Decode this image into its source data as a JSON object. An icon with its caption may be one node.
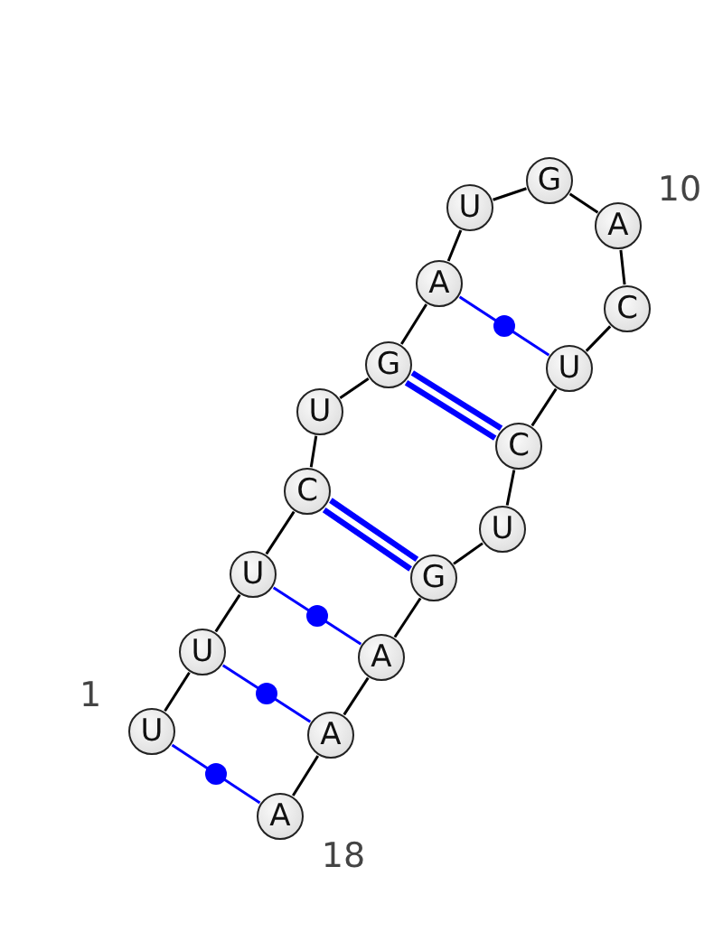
{
  "diagram": {
    "nodes": [
      {
        "text": [
          "U"
        ],
        "beside": [
          "1"
        ]
      },
      {
        "text": [
          "U"
        ]
      },
      {
        "text": [
          "U"
        ]
      },
      {
        "text": [
          "C"
        ]
      },
      {
        "text": [
          "U"
        ]
      },
      {
        "text": [
          "G"
        ]
      },
      {
        "text": [
          "A"
        ]
      },
      {
        "text": [
          "U"
        ]
      },
      {
        "text": [
          "G"
        ]
      },
      {
        "text": [
          "A"
        ],
        "beside": [
          "10"
        ]
      },
      {
        "text": [
          "C"
        ]
      },
      {
        "text": [
          "U"
        ]
      },
      {
        "text": [
          "C"
        ]
      },
      {
        "text": [
          "U"
        ]
      },
      {
        "text": [
          "G"
        ]
      },
      {
        "text": [
          "A"
        ]
      },
      {
        "text": [
          "A"
        ]
      },
      {
        "text": [
          "A"
        ],
        "beside": [
          "18"
        ]
      }
    ],
    "edges": [
      {
        "from": 0,
        "to": 1,
        "arrow": "none"
      },
      {
        "from": 1,
        "to": 2,
        "arrow": "none"
      },
      {
        "from": 2,
        "to": 3,
        "arrow": "none"
      },
      {
        "from": 3,
        "to": 4,
        "arrow": "none"
      },
      {
        "from": 4,
        "to": 5,
        "arrow": "none"
      },
      {
        "from": 5,
        "to": 6,
        "arrow": "none"
      },
      {
        "from": 6,
        "to": 7,
        "arrow": "none"
      },
      {
        "from": 7,
        "to": 8,
        "arrow": "none"
      },
      {
        "from": 8,
        "to": 9,
        "arrow": "none"
      },
      {
        "from": 9,
        "to": 10,
        "arrow": "none"
      },
      {
        "from": 10,
        "to": 11,
        "arrow": "none"
      },
      {
        "from": 11,
        "to": 12,
        "arrow": "none"
      },
      {
        "from": 12,
        "to": 13,
        "arrow": "none"
      },
      {
        "from": 13,
        "to": 14,
        "arrow": "none"
      },
      {
        "from": 14,
        "to": 15,
        "arrow": "none"
      },
      {
        "from": 15,
        "to": 16,
        "arrow": "none"
      },
      {
        "from": 16,
        "to": 17,
        "arrow": "none"
      },
      {
        "from": 0,
        "to": 17,
        "arrow": "none",
        "color": "#0000ff"
      },
      {
        "from": 1,
        "to": 16,
        "arrow": "none",
        "color": "#0000ff"
      },
      {
        "from": 2,
        "to": 15,
        "arrow": "none",
        "color": "#0000ff"
      },
      {
        "from": 3,
        "to": 14,
        "arrow": "none",
        "color": "#0000ff",
        "style": "thick"
      },
      {
        "from": 5,
        "to": 12,
        "arrow": "none",
        "color": "#0000ff",
        "style": "thick"
      },
      {
        "from": 6,
        "to": 11,
        "arrow": "none",
        "color": "#0000ff"
      }
    ]
  }
}
